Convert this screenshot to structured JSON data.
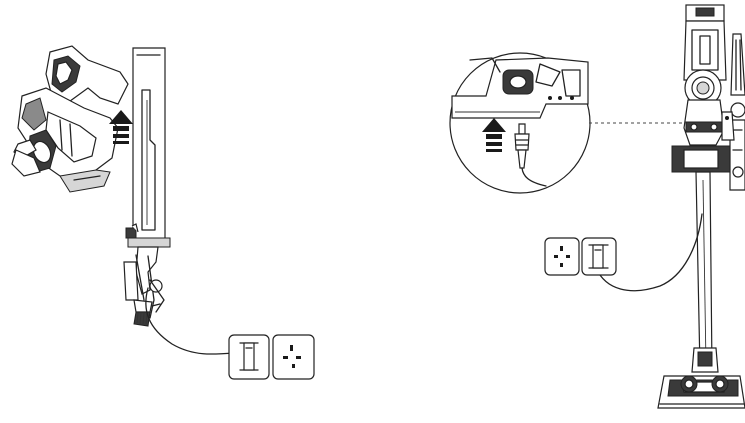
{
  "figure": {
    "panels": [
      {
        "name": "charger-attached-to-wall-mount",
        "arrow": "up"
      },
      {
        "name": "charger-plugged-into-vacuum",
        "arrow": "up",
        "callout": "zoom-magnifier"
      }
    ],
    "colors": {
      "line": "#222222",
      "dark_fill": "#3a3a3a",
      "mid_fill": "#8a8a8a",
      "light_fill": "#d6d6d6",
      "background": "#ffffff"
    },
    "icons": [
      "up-arrow-icon",
      "wall-socket-icon",
      "power-plug-icon",
      "magnifier-callout-icon"
    ]
  }
}
